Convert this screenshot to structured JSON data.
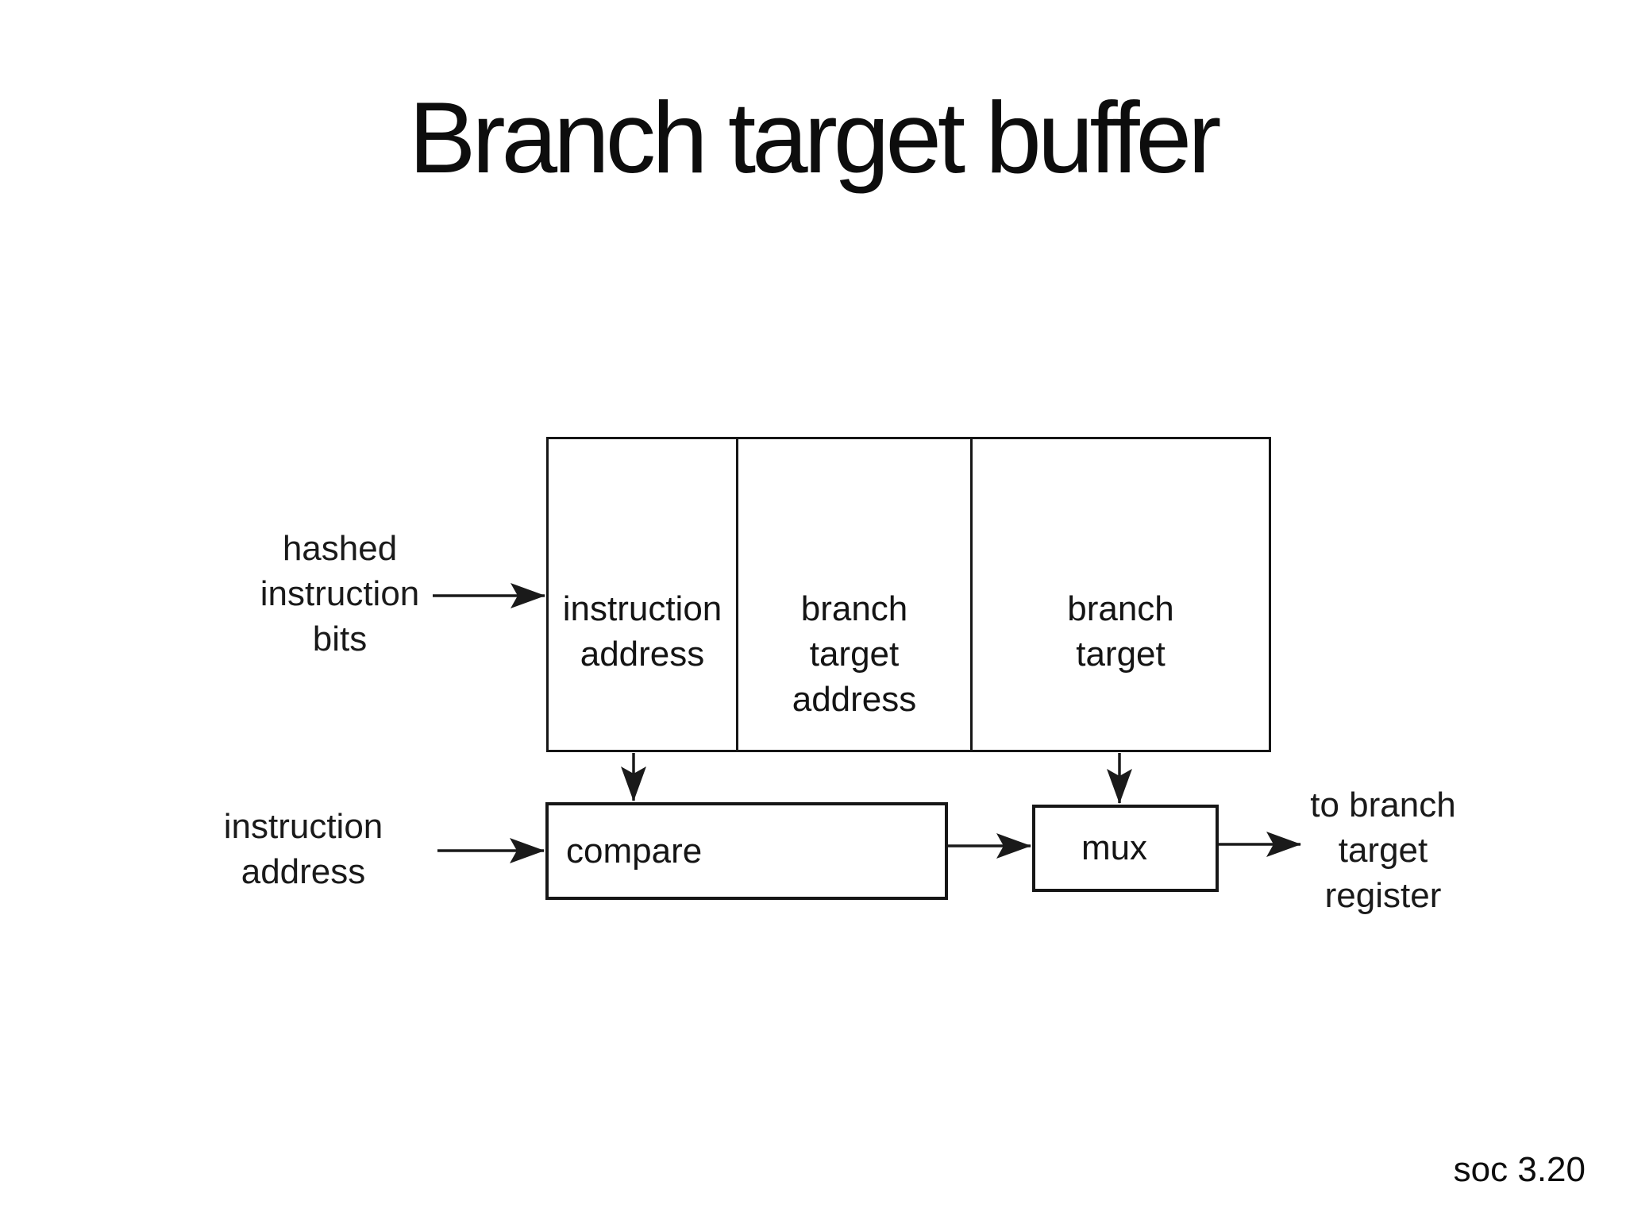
{
  "slide": {
    "title": "Branch target buffer",
    "footer": "soc 3.20",
    "colors": {
      "background": "#ffffff",
      "text": "#141414",
      "line": "#1a1a1a"
    }
  },
  "diagram": {
    "buffer_table": {
      "columns": [
        {
          "label": "instruction\naddress"
        },
        {
          "label": "branch\ntarget\naddress"
        },
        {
          "label": "branch\ntarget"
        }
      ]
    },
    "blocks": {
      "compare": "compare",
      "mux": "mux"
    },
    "inputs": {
      "hashed_bits": "hashed\ninstruction\nbits",
      "instruction_address": "instruction\naddress"
    },
    "output": "to branch\ntarget\nregister"
  }
}
